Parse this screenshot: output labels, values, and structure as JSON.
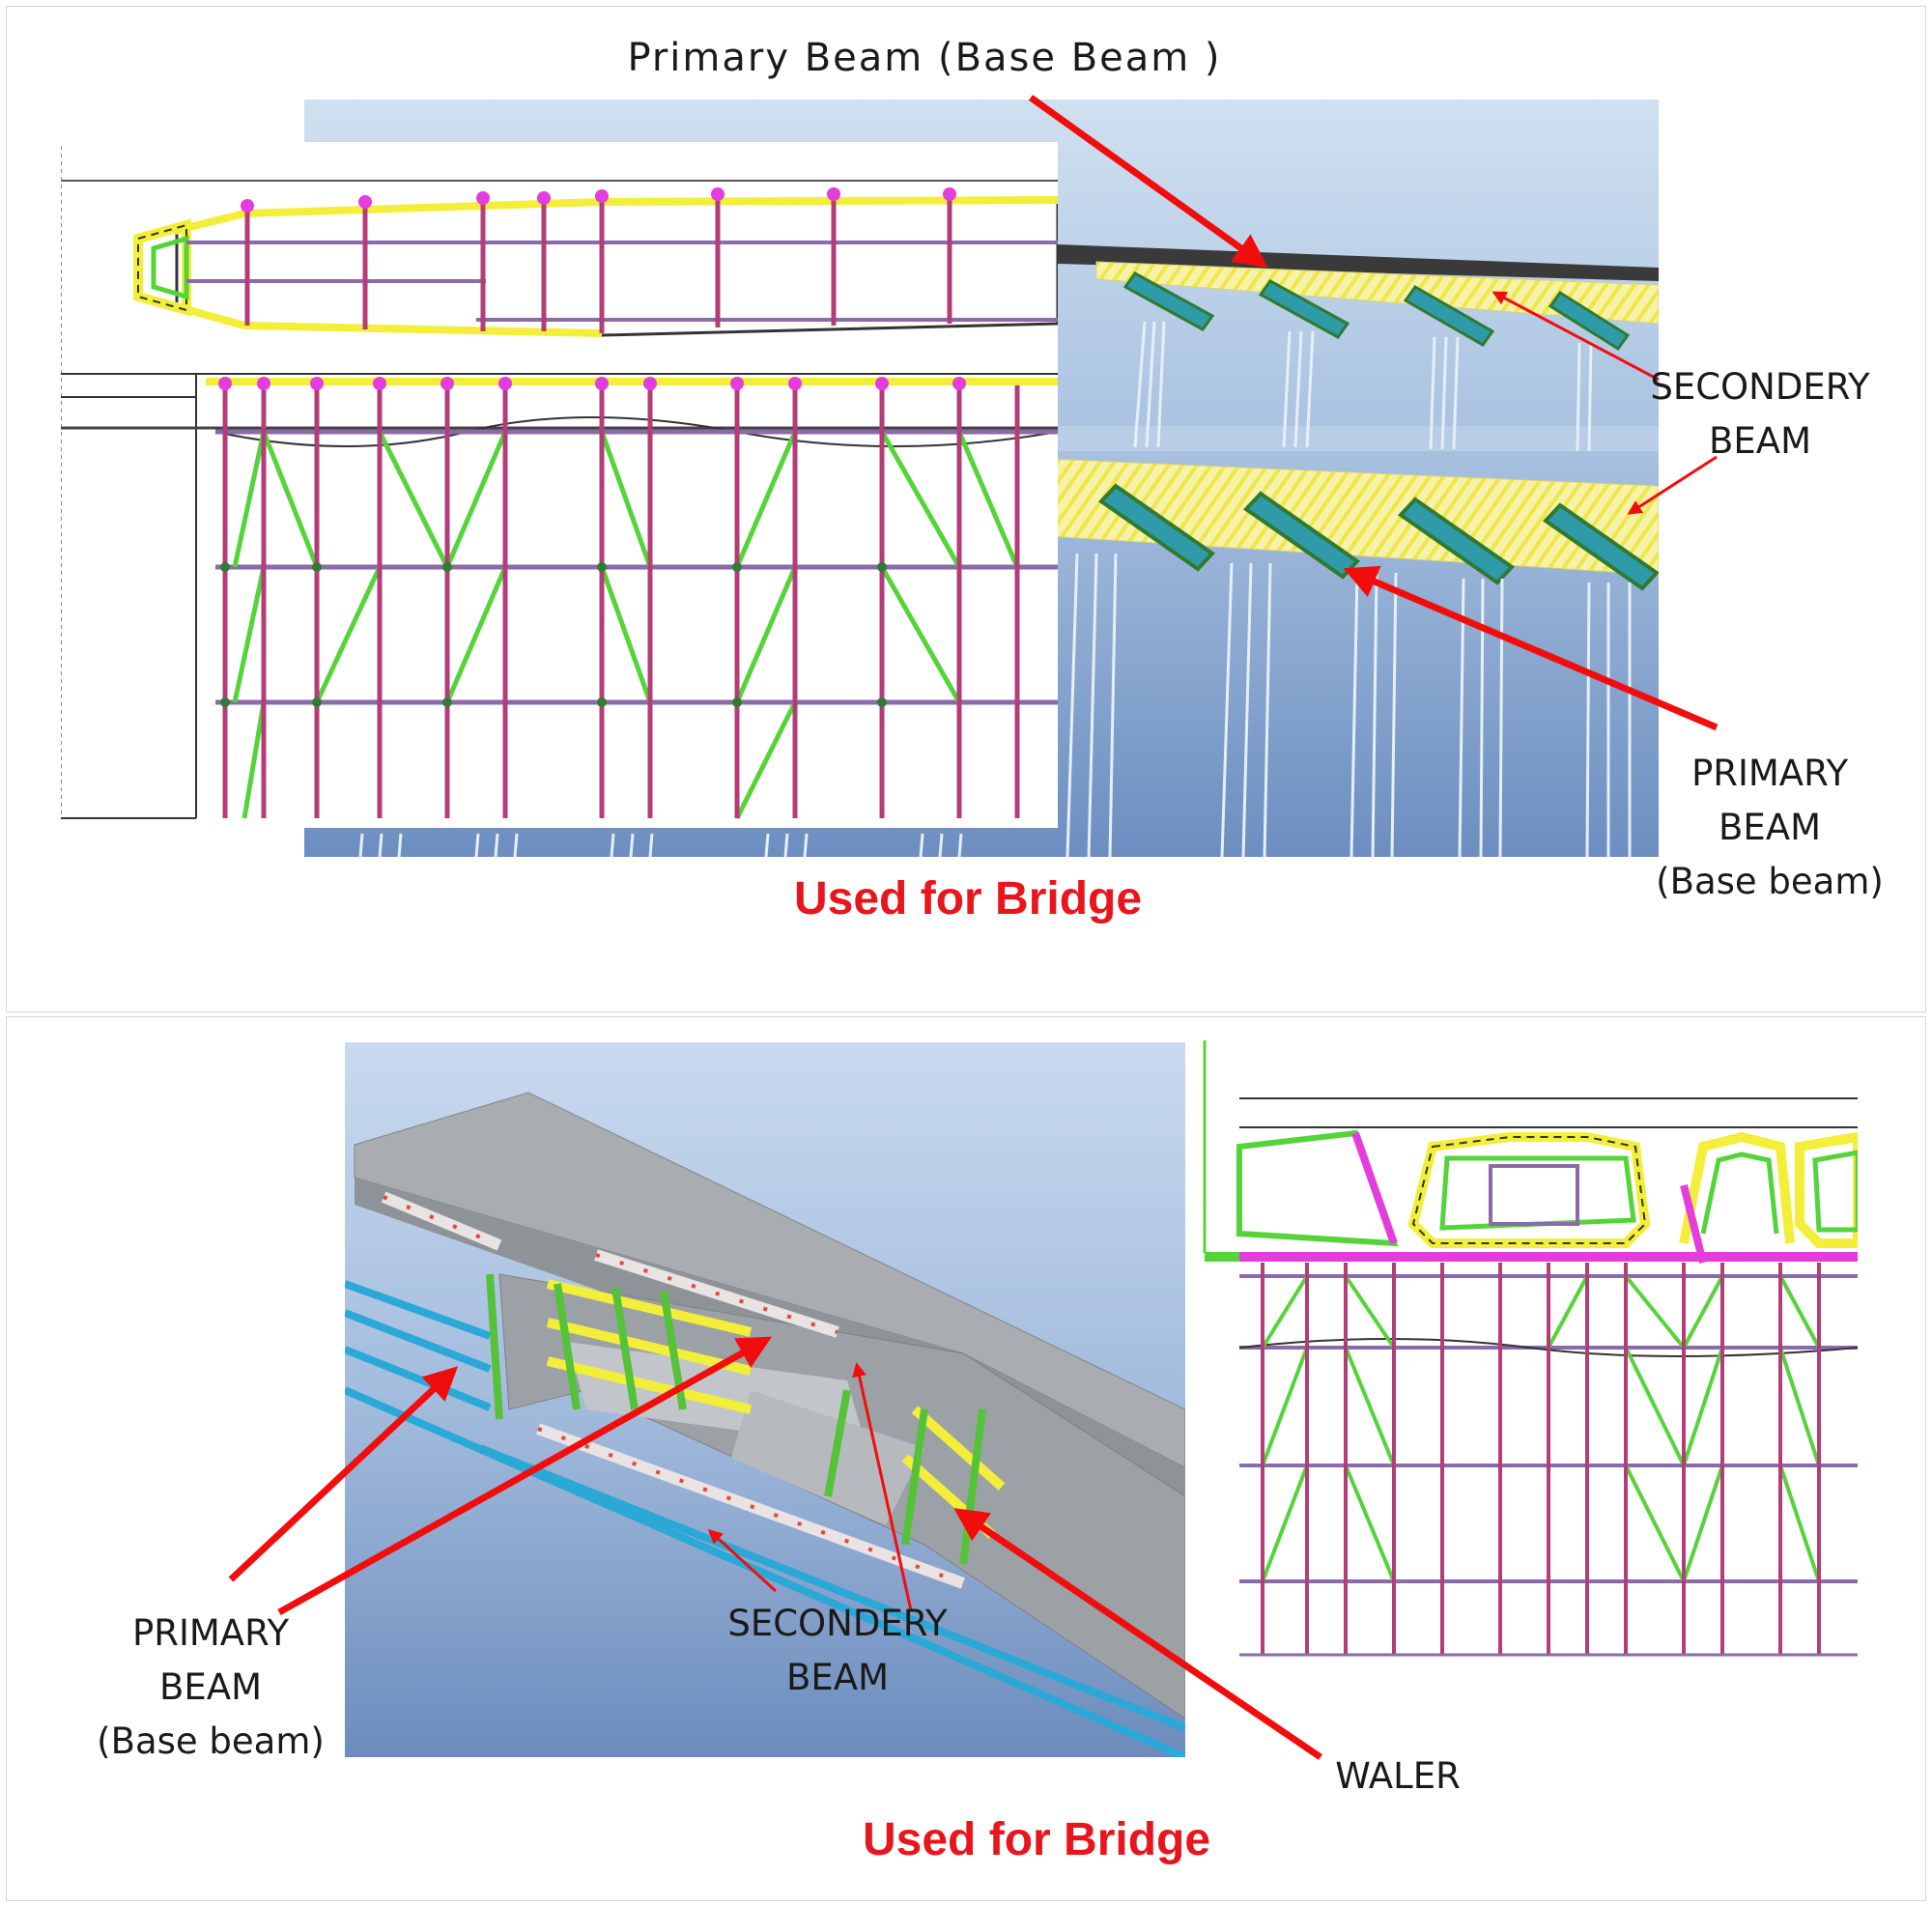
{
  "top": {
    "label_top": "Primary Beam  (Base Beam )",
    "label_secondary": "SECONDERY\nBEAM",
    "label_primary": "PRIMARY\nBEAM\n(Base beam)",
    "caption": "Used for Bridge"
  },
  "bottom": {
    "label_primary": "PRIMARY\nBEAM\n(Base beam)",
    "label_secondary": "SECONDERY\nBEAM",
    "label_waler": "WALER",
    "caption": "Used for Bridge"
  },
  "colors": {
    "arrow": "#f20d0d",
    "caption": "#e8161c",
    "post": "#b43c78",
    "brace": "#55d43a",
    "ledger": "#8a6aa8",
    "beam_yellow": "#f3ee3a",
    "sky_top": "#c9dcee",
    "sky_bottom": "#6f8fc0"
  }
}
